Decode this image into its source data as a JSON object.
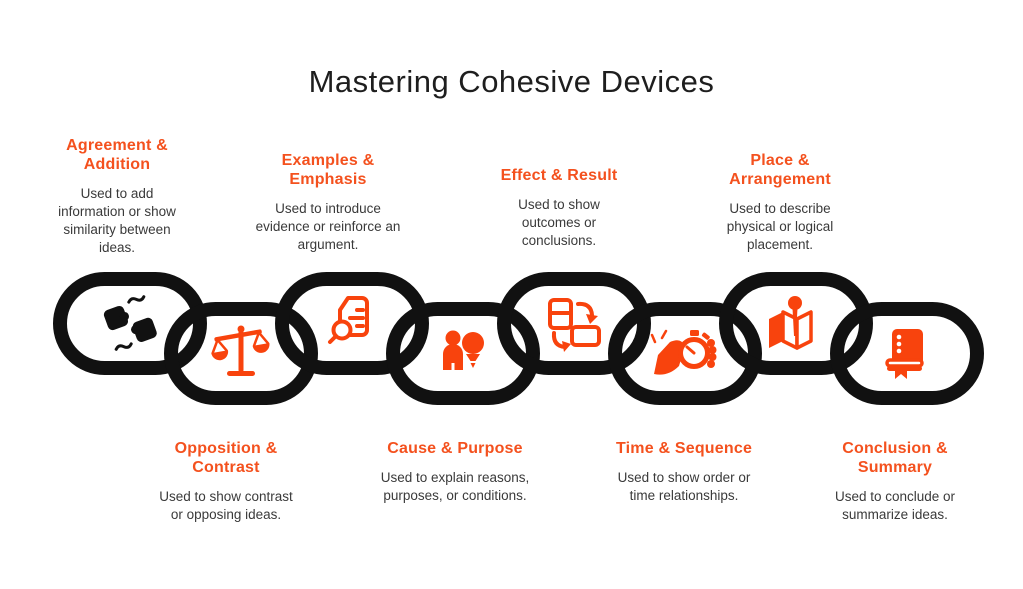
{
  "title": "Mastering Cohesive Devices",
  "colors": {
    "heading_orange": "#F4511E",
    "icon_orange": "#F8430D",
    "ink": "#111111",
    "body_text": "#3A3A3A",
    "background": "#FFFFFF"
  },
  "chain": {
    "link_count": 8
  },
  "sections": [
    {
      "row": "top",
      "heading": "Agreement & Addition",
      "description": "Used to add information or show similarity between ideas.",
      "icon": "puzzle-pieces-icon"
    },
    {
      "row": "bottom",
      "heading": "Opposition & Contrast",
      "description": "Used to show contrast or opposing ideas.",
      "icon": "balance-scale-icon"
    },
    {
      "row": "top",
      "heading": "Examples & Emphasis",
      "description": "Used to introduce evidence or reinforce an argument.",
      "icon": "document-search-icon"
    },
    {
      "row": "bottom",
      "heading": "Cause & Purpose",
      "description": "Used to explain reasons, purposes, or conditions.",
      "icon": "person-idea-icon"
    },
    {
      "row": "top",
      "heading": "Effect & Result",
      "description": "Used to show outcomes or conclusions.",
      "icon": "orientation-swap-icon"
    },
    {
      "row": "bottom",
      "heading": "Time & Sequence",
      "description": "Used to show order or time relationships.",
      "icon": "hand-stopwatch-icon"
    },
    {
      "row": "top",
      "heading": "Place & Arrangement",
      "description": "Used to describe physical or logical placement.",
      "icon": "map-pin-icon"
    },
    {
      "row": "bottom",
      "heading": "Conclusion & Summary",
      "description": "Used to conclude or summarize ideas.",
      "icon": "book-icon"
    }
  ]
}
